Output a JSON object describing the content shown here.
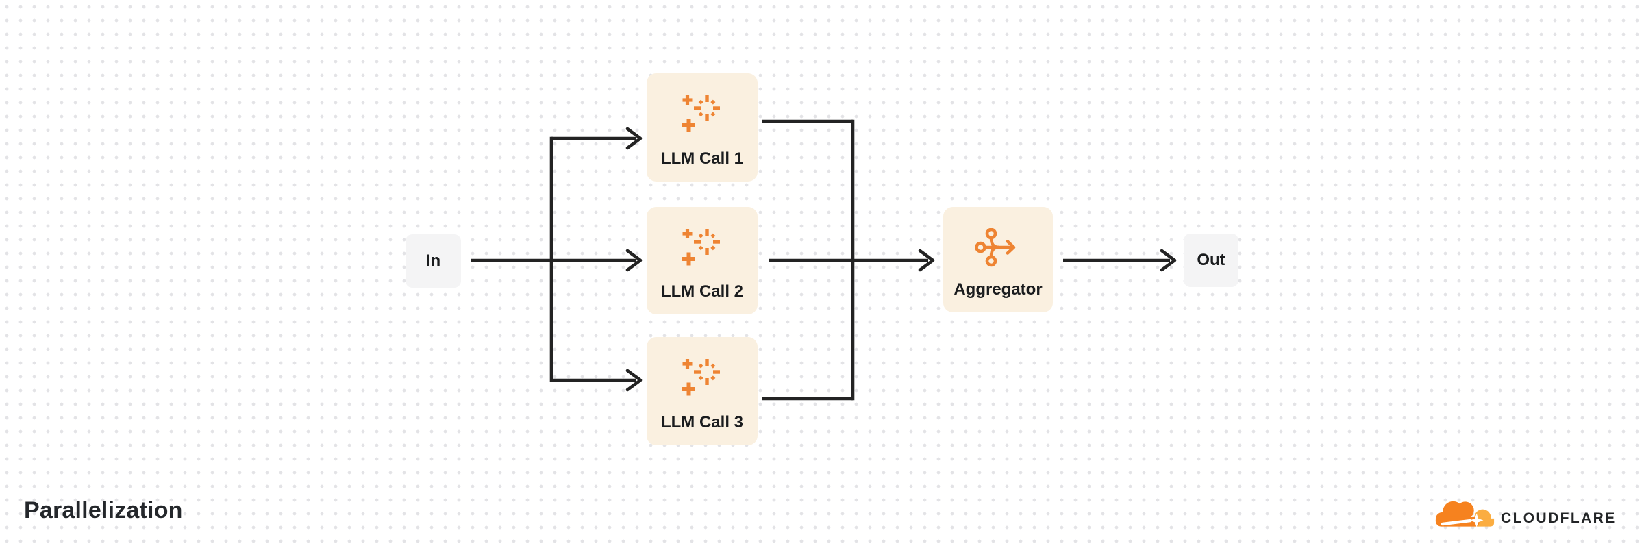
{
  "title": "Parallelization",
  "nodes": {
    "in": {
      "label": "In",
      "type": "input"
    },
    "llm1": {
      "label": "LLM Call 1",
      "type": "llm-call",
      "icon": "sparkle-icon"
    },
    "llm2": {
      "label": "LLM Call 2",
      "type": "llm-call",
      "icon": "sparkle-icon"
    },
    "llm3": {
      "label": "LLM Call 3",
      "type": "llm-call",
      "icon": "merge-arrow-icon"
    },
    "aggregator": {
      "label": "Aggregator",
      "type": "process",
      "icon": "merge-arrow-icon"
    },
    "out": {
      "label": "Out",
      "type": "output"
    }
  },
  "edges": [
    {
      "from": "in",
      "to": "llm1"
    },
    {
      "from": "in",
      "to": "llm2"
    },
    {
      "from": "in",
      "to": "llm3"
    },
    {
      "from": "llm1",
      "to": "aggregator"
    },
    {
      "from": "llm2",
      "to": "aggregator"
    },
    {
      "from": "llm3",
      "to": "aggregator"
    },
    {
      "from": "aggregator",
      "to": "out"
    }
  ],
  "colors": {
    "background": "#ffffff",
    "grid_dot": "#e3e3e6",
    "llm_node_bg": "#faf0e0",
    "io_node_bg": "#f4f4f5",
    "icon_orange": "#ee8433",
    "edge_stroke": "#232323",
    "label_text": "#1a1c1e",
    "title_text": "#24272b",
    "brand_orange": "#f6821f",
    "brand_orange_light": "#fbad41"
  },
  "branding": {
    "wordmark": "CLOUDFLARE",
    "logo": "cloudflare-cloud-logo"
  }
}
